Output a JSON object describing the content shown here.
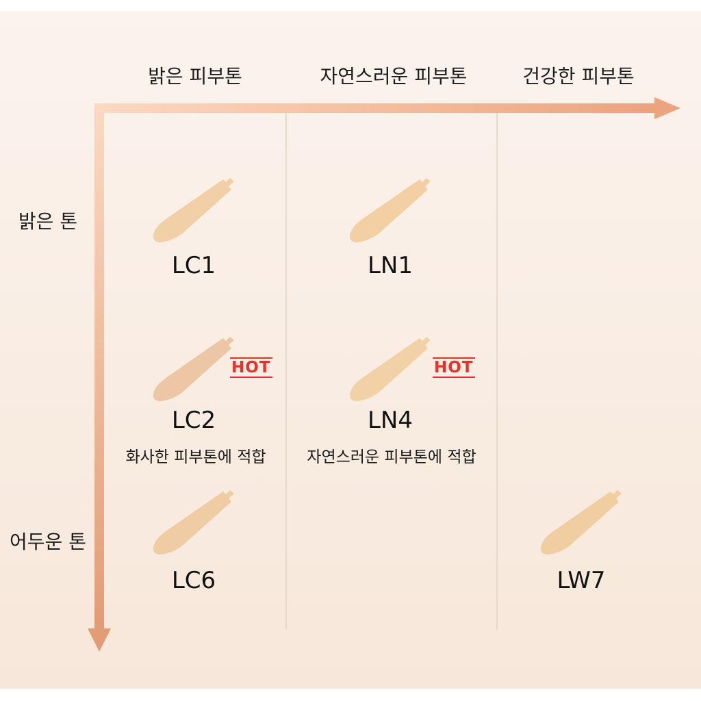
{
  "columns": {
    "light": "밝은 피부톤",
    "natural": "자연스러운 피부톤",
    "healthy": "건강한 피부톤"
  },
  "rows": {
    "light": "밝은 톤",
    "dark": "어두운 톤"
  },
  "shades": {
    "lc1": {
      "code": "LC1",
      "color": "#f1cfa7"
    },
    "ln1": {
      "code": "LN1",
      "color": "#f2d0a4"
    },
    "lc2": {
      "code": "LC2",
      "color": "#ecc6a5",
      "badge": "HOT",
      "desc": "화사한 피부톤에 적합"
    },
    "ln4": {
      "code": "LN4",
      "color": "#f3d1a6",
      "badge": "HOT",
      "desc": "자연스러운 피부톤에 적합"
    },
    "lc6": {
      "code": "LC6",
      "color": "#efcca4"
    },
    "lw7": {
      "code": "LW7",
      "color": "#f0cea2"
    }
  },
  "colors": {
    "arrow": "#eaa580",
    "badge": "#e6302b"
  }
}
